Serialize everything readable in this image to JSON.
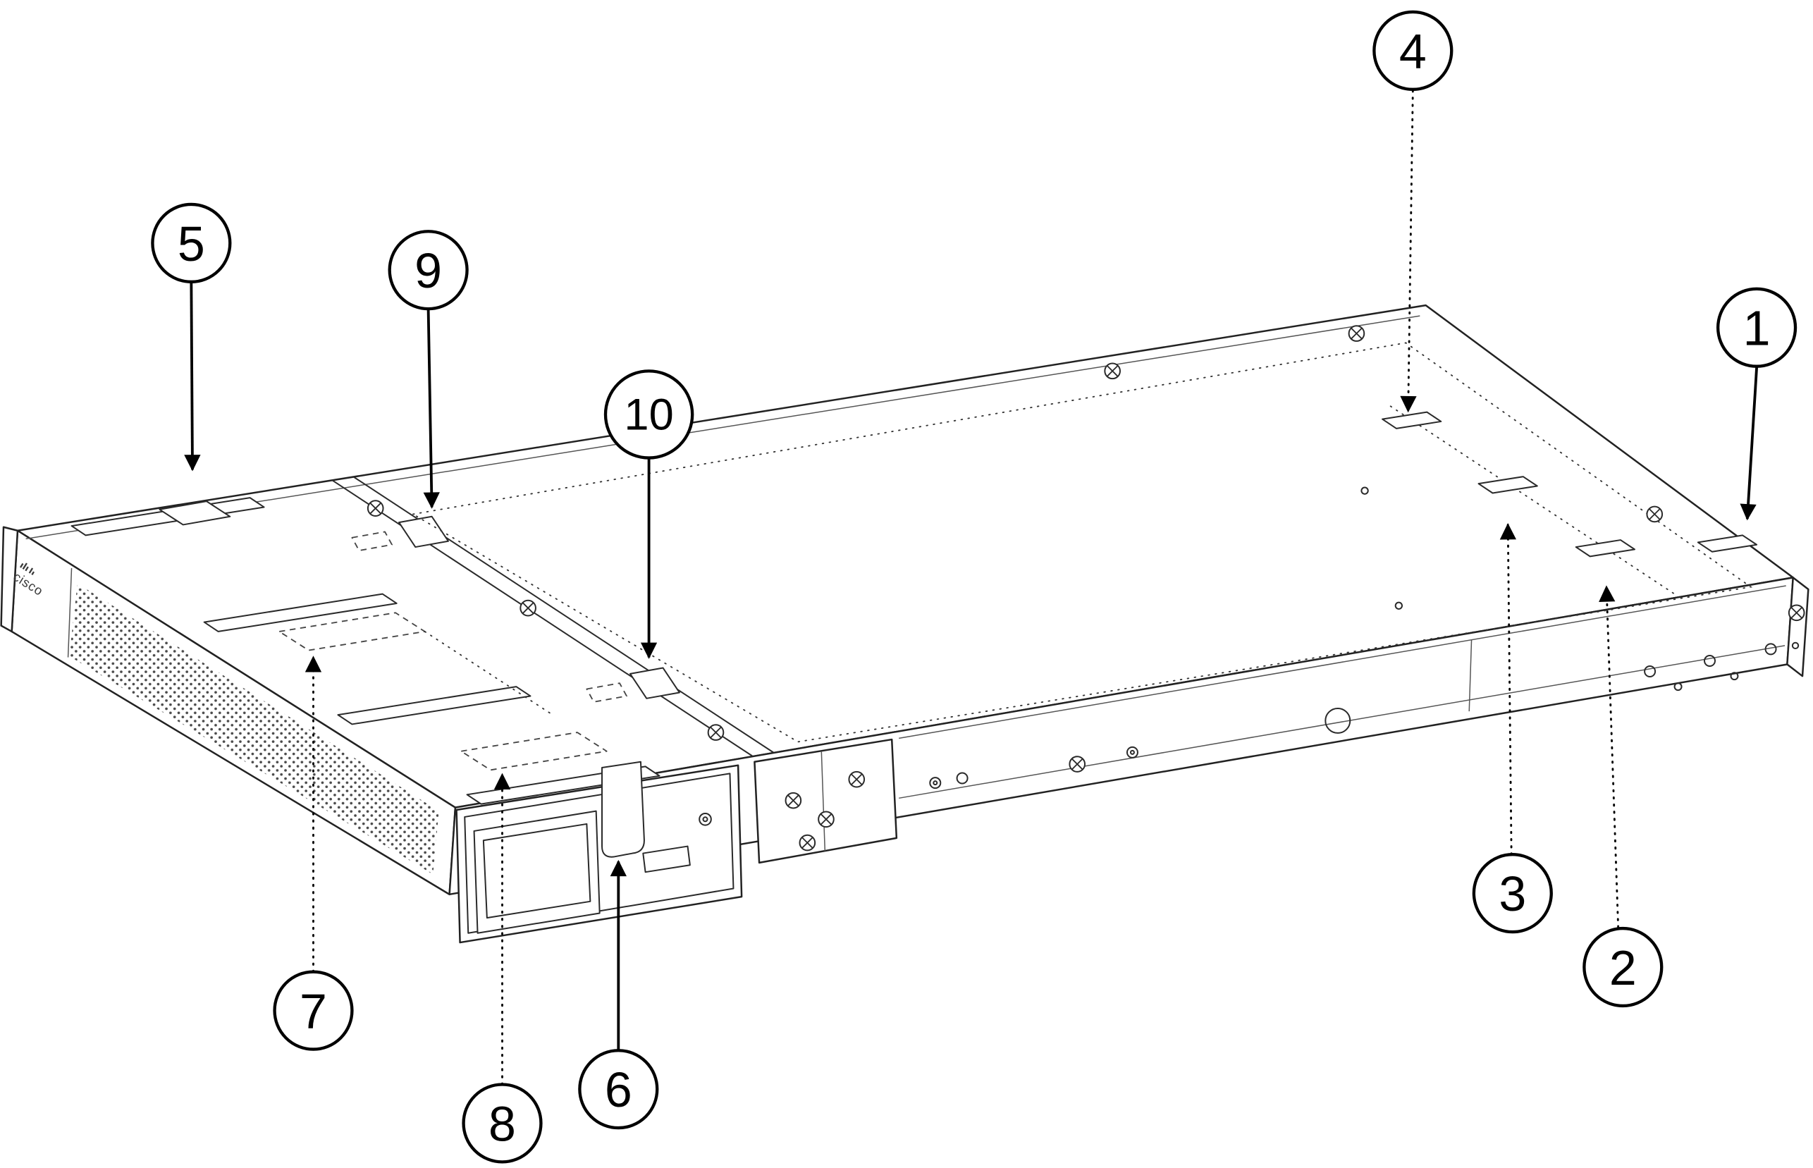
{
  "figure": {
    "kind": "isometric line diagram of a 1U rackmount chassis with numbered callouts",
    "brand_label": "cisco",
    "colors": {
      "ink": "#222222",
      "callout_ink": "#000000",
      "background": "#ffffff"
    },
    "callouts": [
      {
        "number": "1"
      },
      {
        "number": "2"
      },
      {
        "number": "3"
      },
      {
        "number": "4"
      },
      {
        "number": "5"
      },
      {
        "number": "6"
      },
      {
        "number": "7"
      },
      {
        "number": "8"
      },
      {
        "number": "9"
      },
      {
        "number": "10"
      }
    ]
  }
}
